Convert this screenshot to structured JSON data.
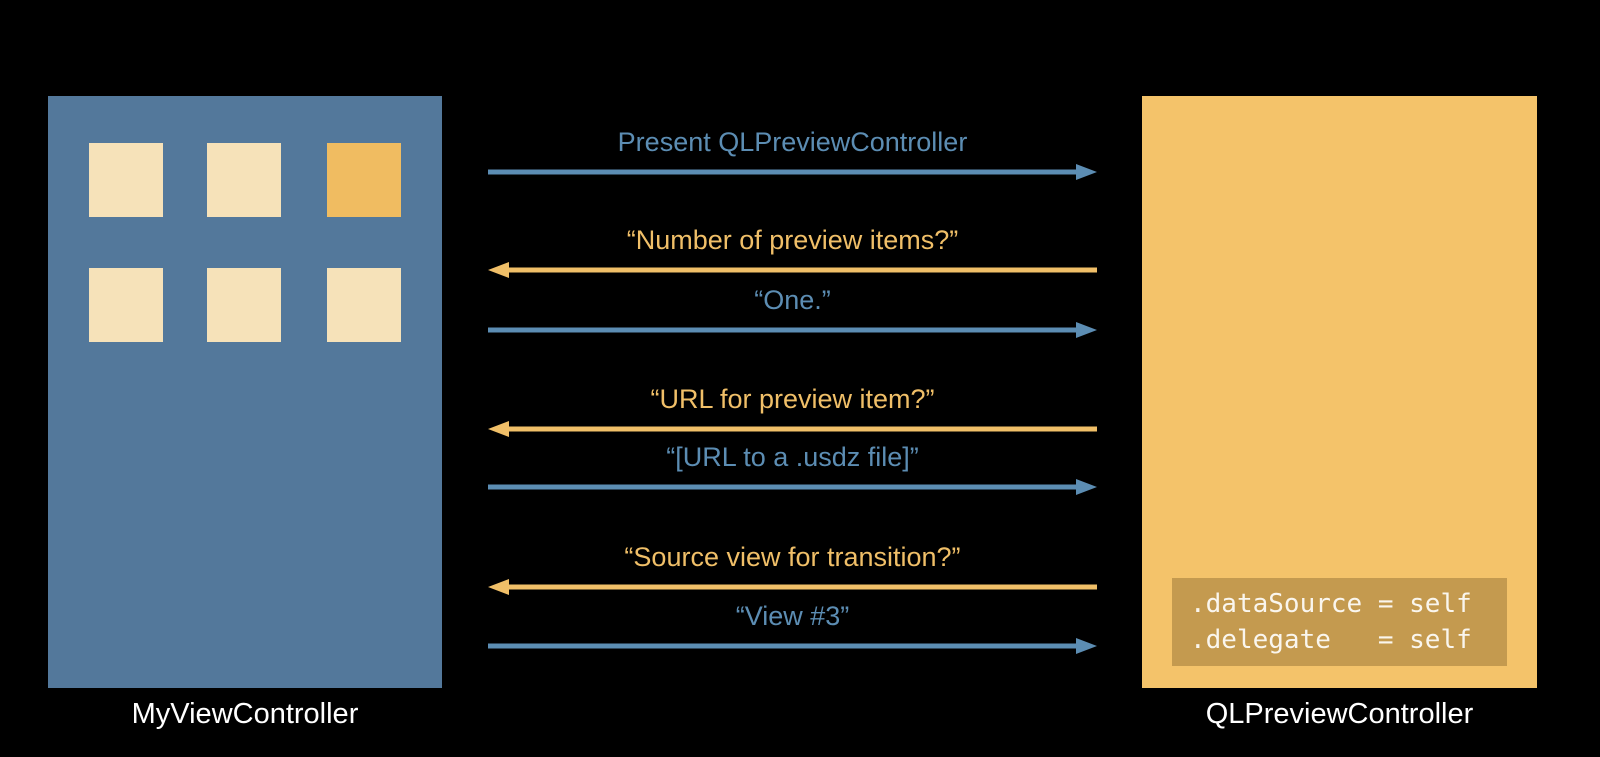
{
  "colors": {
    "background": "#000000",
    "box_blue": "#53789B",
    "box_orange": "#F4C36A",
    "square_cream": "#F6E2B9",
    "square_highlight": "#F0BC61",
    "arrow_blue": "#5C8DB3",
    "arrow_yellow": "#F0BF68",
    "code_box_bg": "#C49A4F",
    "code_text": "#FAF6EE",
    "label_text": "#FFFFFF"
  },
  "left_controller": {
    "label": "MyViewController",
    "squares": [
      "cream",
      "cream",
      "highlight",
      "cream",
      "cream",
      "cream"
    ]
  },
  "right_controller": {
    "label": "QLPreviewController",
    "code_lines": [
      ".dataSource = self",
      ".delegate   = self"
    ]
  },
  "messages": [
    {
      "label": "Present QLPreviewController",
      "direction": "right",
      "color": "blue"
    },
    {
      "label": "“Number of preview items?”",
      "direction": "left",
      "color": "yellow"
    },
    {
      "label": "“One.”",
      "direction": "right",
      "color": "blue"
    },
    {
      "label": "“URL for preview item?”",
      "direction": "left",
      "color": "yellow"
    },
    {
      "label": "“[URL to a .usdz file]”",
      "direction": "right",
      "color": "blue"
    },
    {
      "label": "“Source view for transition?”",
      "direction": "left",
      "color": "yellow"
    },
    {
      "label": "“View #3”",
      "direction": "right",
      "color": "blue"
    }
  ]
}
